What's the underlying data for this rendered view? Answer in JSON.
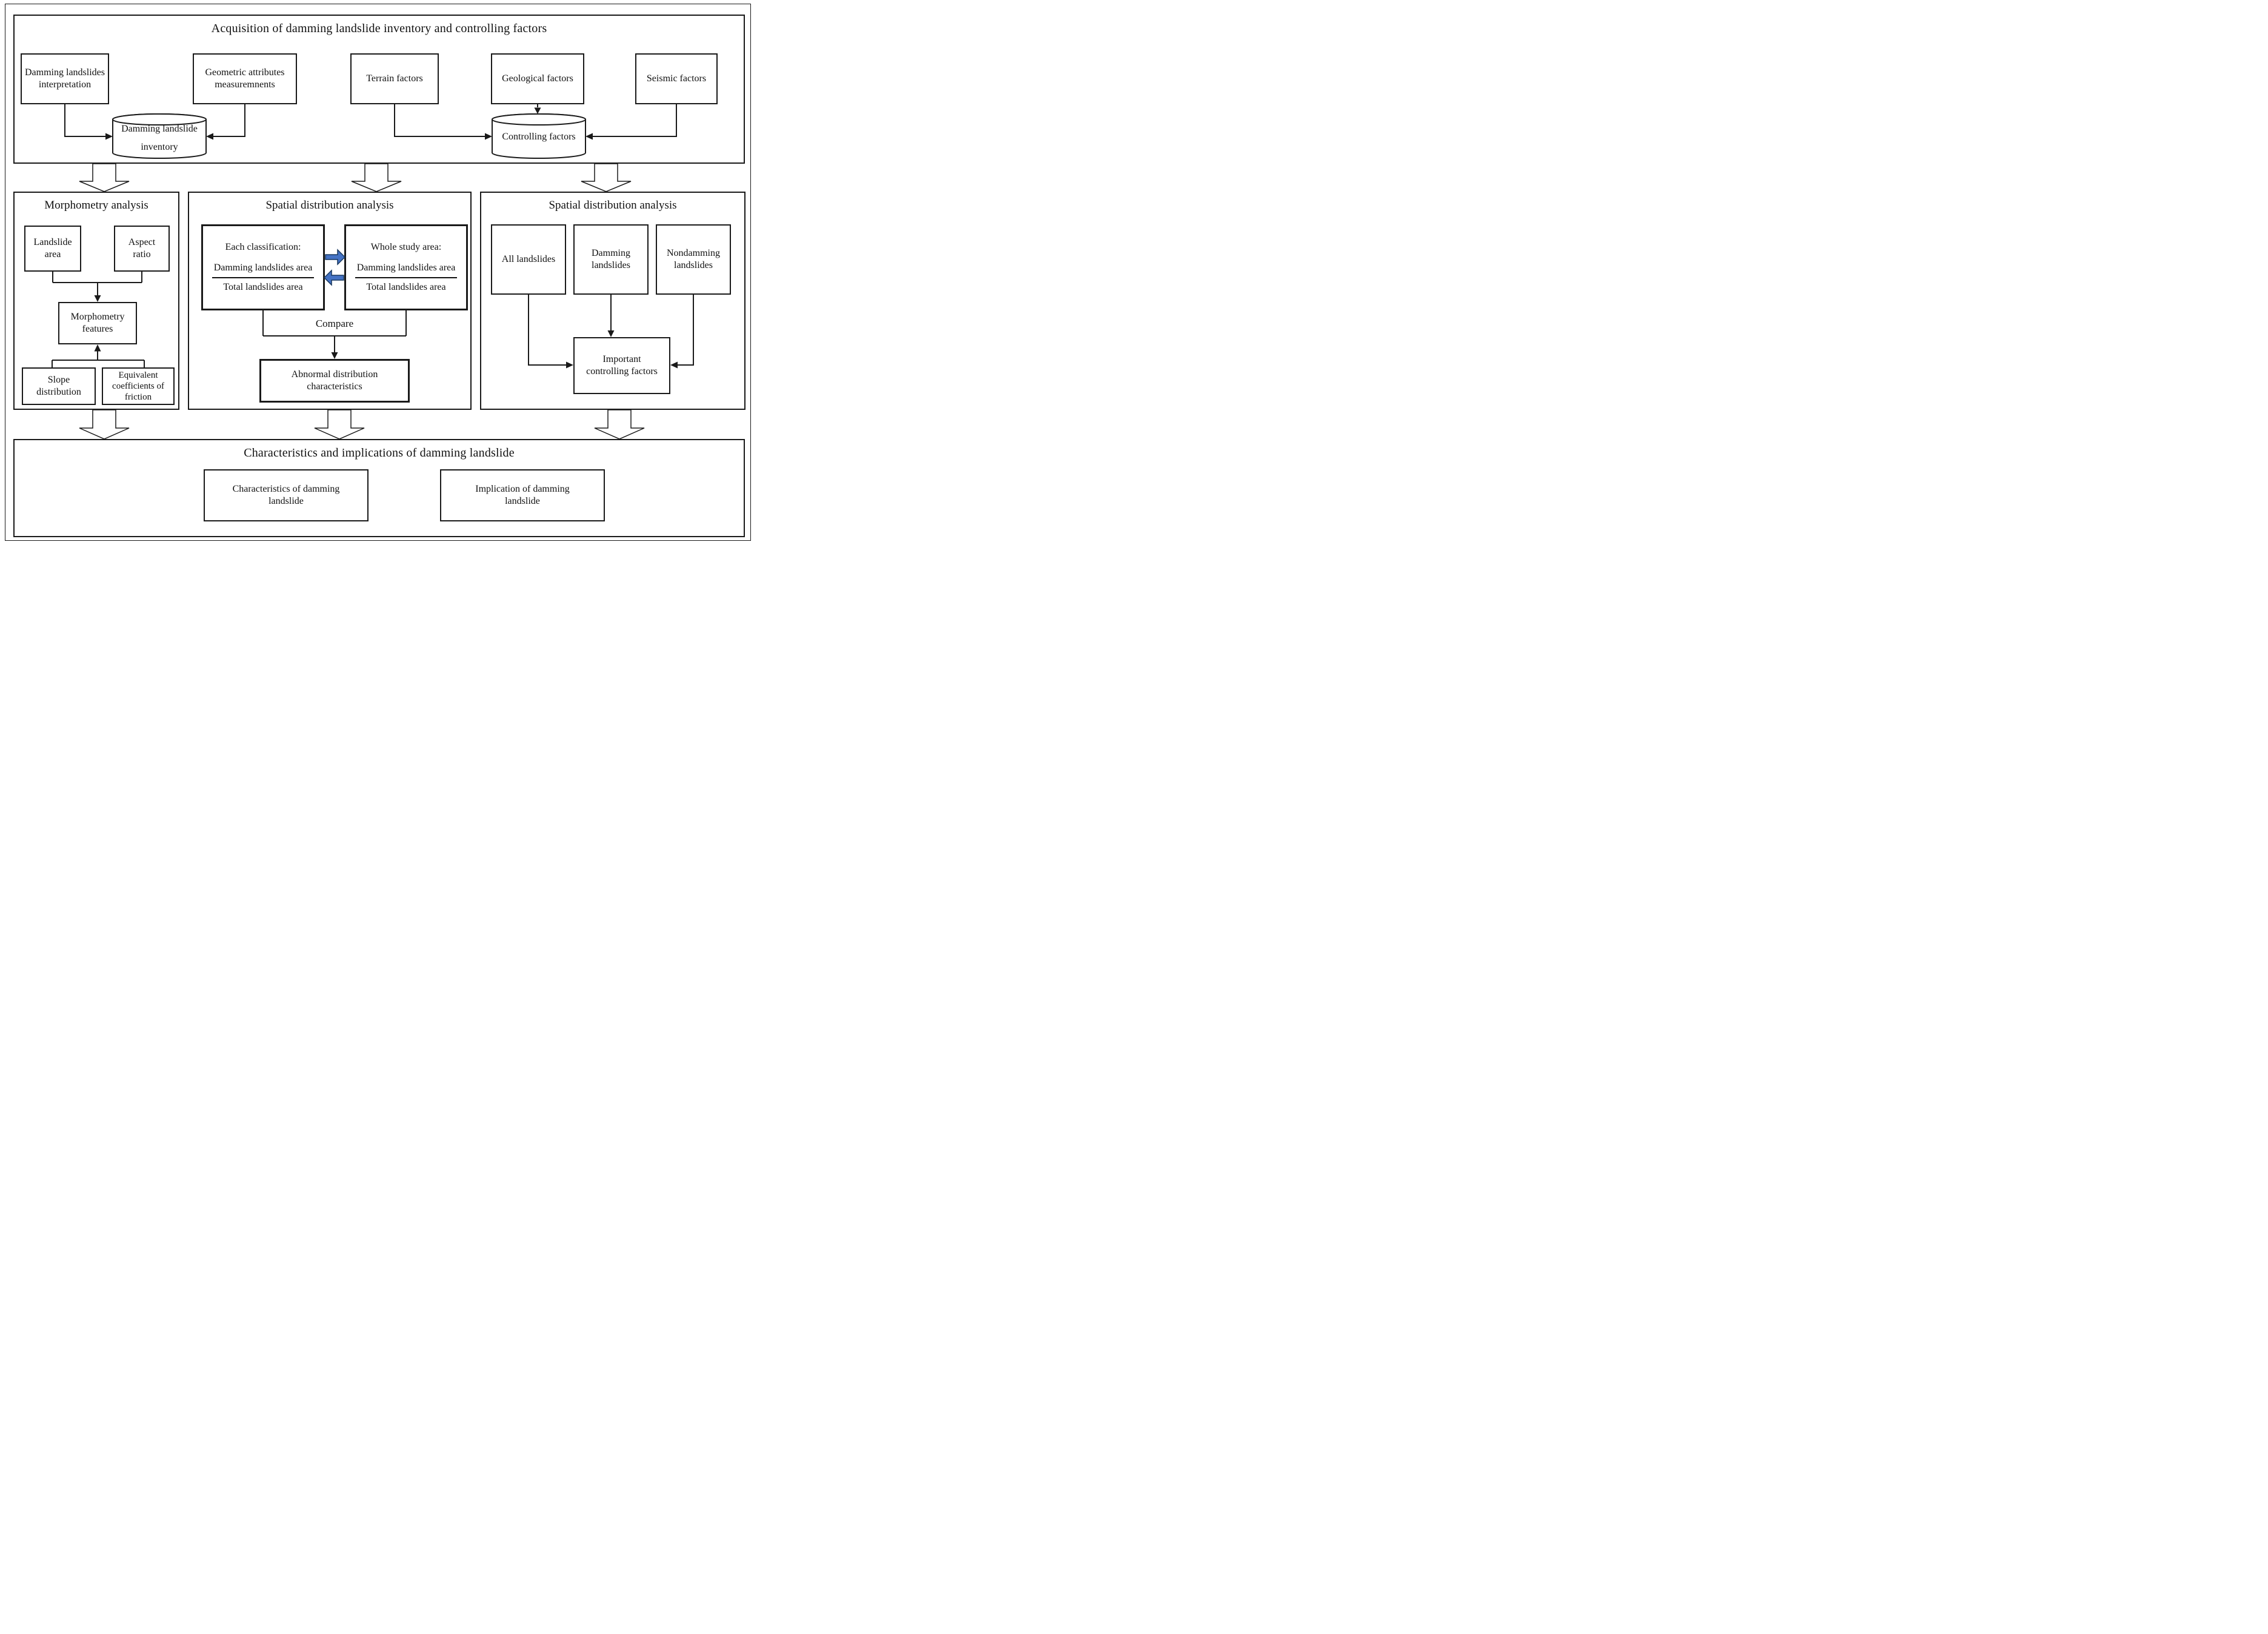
{
  "figure": {
    "type": "flowchart",
    "colors": {
      "line": "#1a1a1a",
      "blue_arrow_fill": "#4472C4",
      "blue_arrow_stroke": "#17375E",
      "background": "#ffffff"
    },
    "top_band": {
      "title": "Acquisition of damming landslide inventory and controlling factors",
      "boxes": [
        {
          "label": "Damming landslides\ninterpretation"
        },
        {
          "label": "Geometric attributes\nmeasuremnents"
        },
        {
          "label": "Terrain factors"
        },
        {
          "label": "Geological factors"
        },
        {
          "label": "Seismic factors"
        }
      ],
      "cylinders": [
        {
          "label": "Damming landslide\ninventory"
        },
        {
          "label": "Controlling factors"
        }
      ]
    },
    "middle": {
      "morphometry": {
        "title": "Morphometry analysis",
        "boxes": {
          "landslide_area": "Landslide\narea",
          "aspect_ratio": "Aspect\nratio",
          "morphometry_features": "Morphometry\nfeatures",
          "slope_distribution": "Slope\ndistribution",
          "equivalent_coefficients": "Equivalent\ncoefficients of\nfriction"
        }
      },
      "spatial_center": {
        "title": "Spatial distribution analysis",
        "left_box": {
          "heading": "Each  classification:",
          "numerator": "Damming landslides area",
          "denominator": "Total landslides area"
        },
        "right_box": {
          "heading": "Whole study area:",
          "numerator": "Damming landslides area",
          "denominator": "Total landslides area"
        },
        "compare_label": "Compare",
        "result_box": "Abnormal distribution\ncharacteristics"
      },
      "spatial_right": {
        "title": "Spatial distribution analysis",
        "boxes": {
          "all": "All landslides",
          "damming": "Damming\nlandslides",
          "nondamming": "Nondamming\nlandslides",
          "important": "Important\ncontrolling factors"
        }
      }
    },
    "bottom_band": {
      "title": "Characteristics and  implications of damming landslide",
      "boxes": [
        {
          "label": "Characteristics of damming\nlandslide"
        },
        {
          "label": "Implication of damming\nlandslide"
        }
      ]
    }
  }
}
